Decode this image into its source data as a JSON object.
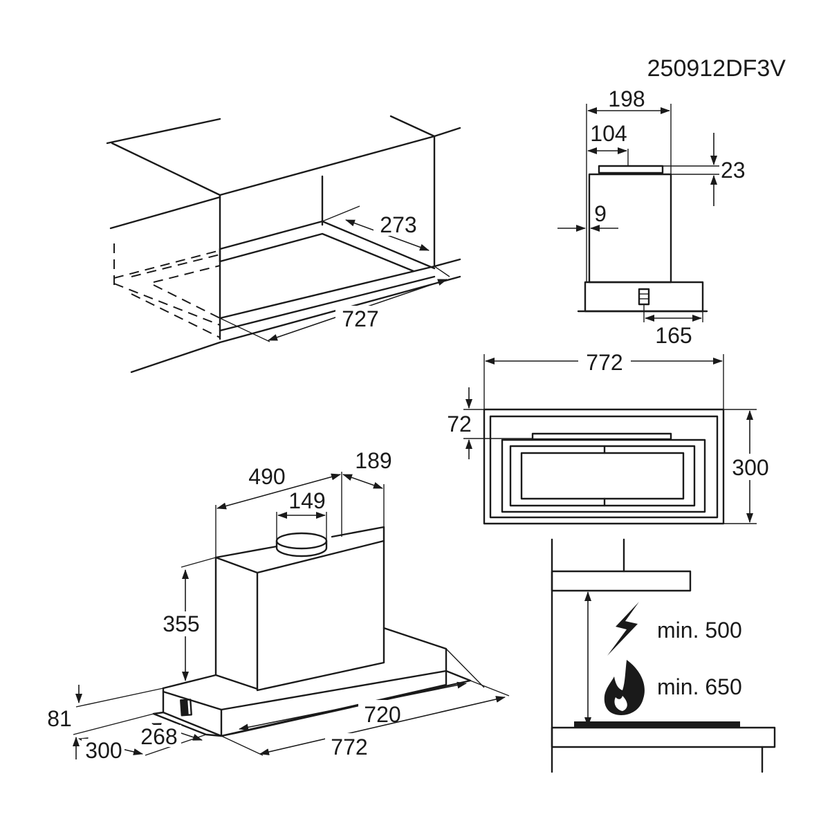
{
  "model_code": "250912DF3V",
  "installation_view": {
    "dim_depth": "273",
    "dim_width": "727"
  },
  "side_view": {
    "dim_total_depth": "198",
    "dim_outlet_offset": "104",
    "dim_outlet_height": "23",
    "dim_wall_gap": "9",
    "dim_front_to_control": "165"
  },
  "top_view": {
    "dim_width": "772",
    "dim_front_offset": "72",
    "dim_depth": "300"
  },
  "iso_view": {
    "dim_body_width": "490",
    "dim_body_depth": "189",
    "dim_outlet_diameter": "149",
    "dim_body_height": "355",
    "dim_canopy_height": "81",
    "dim_canopy_depth": "300",
    "dim_drawer_depth": "268",
    "dim_inner_width": "720",
    "dim_total_width": "772"
  },
  "clearance_view": {
    "electric_label": "min. 500",
    "gas_label": "min. 650"
  }
}
